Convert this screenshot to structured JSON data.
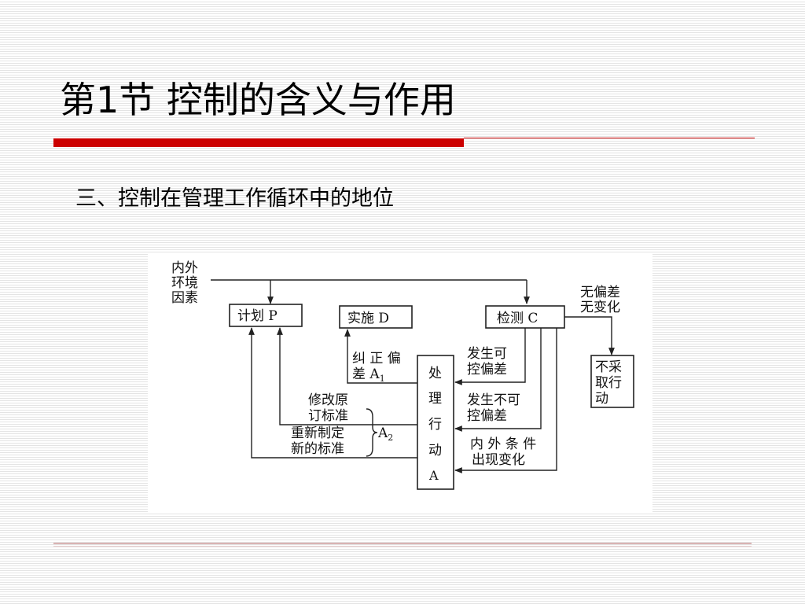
{
  "slide": {
    "title": "第1节 控制的含义与作用",
    "subtitle": "三、控制在管理工作循环中的地位"
  },
  "diagram": {
    "env_factors": [
      "内外",
      "环境",
      "因素"
    ],
    "boxes": {
      "plan": "计划 P",
      "do": "实施 D",
      "check": "检测 C",
      "no_action": [
        "不采",
        "取行",
        "动"
      ],
      "act": [
        "处",
        "理",
        "行",
        "动",
        "A"
      ]
    },
    "labels": {
      "no_deviation": [
        "无偏差",
        "无变化"
      ],
      "controllable": [
        "发生可",
        "控偏差"
      ],
      "uncontrollable": [
        "发生不可",
        "控偏差"
      ],
      "conditions_change": [
        "内 外 条 件",
        "出现变化"
      ],
      "correct_deviation": [
        "纠 正 偏",
        "差 A"
      ],
      "correct_sub": "1",
      "modify_standard": [
        "修改原",
        "订标准"
      ],
      "new_standard": [
        "重新制定",
        "新的标准"
      ],
      "a2": "A",
      "a2_sub": "2"
    }
  }
}
